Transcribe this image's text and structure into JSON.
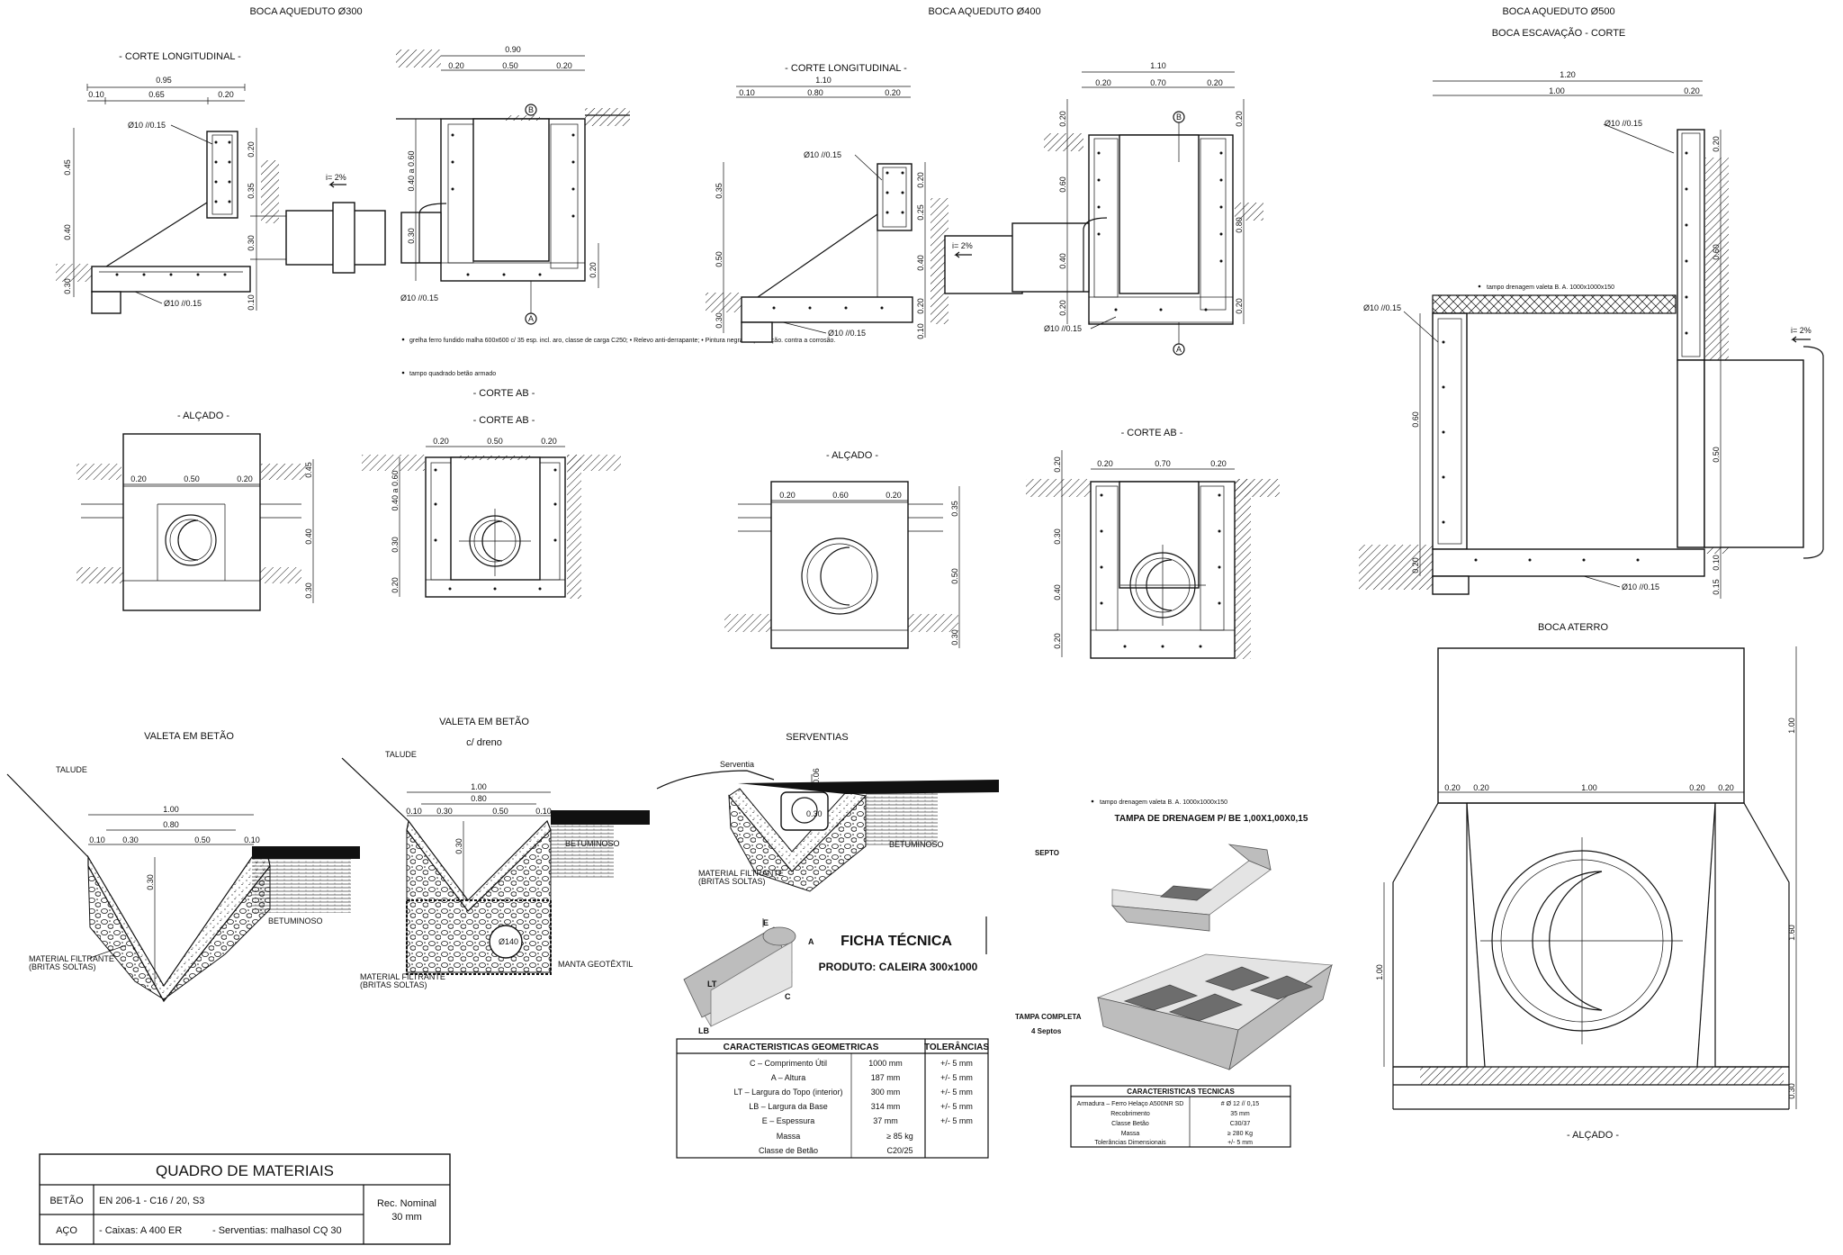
{
  "drawings": {
    "title_300": "BOCA AQUEDUTO Ø300",
    "title_400": "BOCA AQUEDUTO Ø400",
    "title_500": "BOCA AQUEDUTO Ø500",
    "subtitle_500": "BOCA ESCAVAÇÃO - CORTE",
    "corte_longitudinal": "- CORTE LONGITUDINAL -",
    "corte_ab": "- CORTE AB -",
    "alcado": "- ALÇADO -",
    "boca_aterro": "BOCA ATERRO",
    "slope": "i= 2%",
    "rebar": "Ø10 //0.15",
    "note_grelha": "grelha ferro fundido malha 600x600 c/ 35 esp. incl. aro, classe de carga C250; • Relevo anti-derrapante; • Pintura negra de protecção. contra a corrosão.",
    "note_tampo": "tampo quadrado betão armado",
    "note_drenagem": "tampo drenagem valeta B. A. 1000x1000x150"
  },
  "dims_300": {
    "corte_top": [
      "0.95",
      "0.10",
      "0.65",
      "0.20"
    ],
    "corte_v": [
      "0.45",
      "0.40",
      "0.30",
      "0.20",
      "0.35",
      "0.30",
      "0.10"
    ],
    "ab_top": [
      "0.90",
      "0.20",
      "0.50",
      "0.20"
    ],
    "ab_v": [
      "0.40 a 0.60",
      "0.30",
      "0.20"
    ],
    "alcado_top": [
      "0.20",
      "0.50",
      "0.20"
    ],
    "alcado_v": [
      "0.45",
      "0.40",
      "0.30"
    ],
    "corte_ab2_top": [
      "0.20",
      "0.50",
      "0.20"
    ],
    "corte_ab2_v": [
      "0.40 a 0.60",
      "0.30",
      "0.20"
    ]
  },
  "dims_400": {
    "corte_top": [
      "1.10",
      "0.10",
      "0.80",
      "0.20"
    ],
    "corte_v": [
      "0.35",
      "0.50",
      "0.30",
      "0.20",
      "0.25",
      "0.40",
      "0.20",
      "0.10"
    ],
    "ab_top": [
      "1.10",
      "0.20",
      "0.70",
      "0.20"
    ],
    "ab_v": [
      "0.20",
      "0.60",
      "0.40",
      "0.20",
      "0.80"
    ],
    "alcado_top": [
      "0.20",
      "0.60",
      "0.20"
    ],
    "alcado_v": [
      "0.35",
      "0.50",
      "0.30"
    ],
    "corte_ab2_top": [
      "0.20",
      "0.70",
      "0.20"
    ],
    "corte_ab2_v": [
      "0.20",
      "0.30",
      "0.40",
      "0.20"
    ]
  },
  "dims_500": {
    "top": [
      "1.20",
      "1.00",
      "0.20"
    ],
    "v": [
      "0.20",
      "0.60",
      "0.50",
      "0.10",
      "0.20",
      "0.60",
      "0.15"
    ],
    "aterro_top": [
      "0.20",
      "0.20",
      "1.00",
      "0.20",
      "0.20"
    ],
    "aterro_v": [
      "1.00",
      "1.60",
      "0.30",
      "1.00"
    ]
  },
  "valeta": {
    "title_1": "VALETA EM BETÃO",
    "title_2": "VALETA EM BETÃO",
    "subtitle_2": "c/ dreno",
    "talude": "TALUDE",
    "betuminoso": "BETUMINOSO",
    "material": "MATERIAL FILTRANTE",
    "material_2": "(BRITAS SOLTAS)",
    "manta": "MANTA GEOTÊXTIL",
    "dreno": "Ø140",
    "dims": [
      "1.00",
      "0.80",
      "0.10",
      "0.30",
      "0.50",
      "0.10",
      "0.30"
    ]
  },
  "serventias": {
    "title": "SERVENTIAS",
    "serventia": "Serventia",
    "dims": [
      "0.06",
      "0.30"
    ],
    "betuminoso": "BETUMINOSO",
    "material": "MATERIAL FILTRANTE",
    "material_2": "(BRITAS SOLTAS)"
  },
  "ficha": {
    "title": "FICHA TÉCNICA",
    "produto": "PRODUTO: CALEIRA 300x1000",
    "labels": [
      "E",
      "A",
      "LT",
      "C",
      "LB"
    ],
    "head_geo": "CARACTERISTICAS GEOMETRICAS",
    "head_tol": "TOLERÂNCIAS",
    "rows": [
      {
        "name": "C – Comprimento Útil",
        "value": "1000 mm",
        "tol": "+/- 5 mm"
      },
      {
        "name": "A – Altura",
        "value": "187 mm",
        "tol": "+/- 5 mm"
      },
      {
        "name": "LT – Largura do Topo (interior)",
        "value": "300 mm",
        "tol": "+/- 5 mm"
      },
      {
        "name": "LB – Largura da Base",
        "value": "314 mm",
        "tol": "+/- 5 mm"
      },
      {
        "name": "E – Espessura",
        "value": "37 mm",
        "tol": "+/- 5 mm"
      },
      {
        "name": "Massa",
        "value": "≥ 85 kg",
        "tol": ""
      },
      {
        "name": "Classe de Betão",
        "value": "C20/25",
        "tol": ""
      }
    ]
  },
  "tampa": {
    "note": "tampo drenagem valeta B. A. 1000x1000x150",
    "title": "TAMPA DE DRENAGEM P/ BE 1,00X1,00X0,15",
    "septo": "SEPTO",
    "completa": "TAMPA COMPLETA",
    "septos": "4 Septos",
    "head": "CARACTERISTICAS TECNICAS",
    "rows": [
      {
        "name": "Armadura – Ferro Helaço A500NR SD",
        "value": "# Ø 12 // 0,15"
      },
      {
        "name": "Recobrimento",
        "value": "35 mm"
      },
      {
        "name": "Classe Betão",
        "value": "C30/37"
      },
      {
        "name": "Massa",
        "value": "≥ 280 Kg"
      },
      {
        "name": "Tolerâncias Dimensionais",
        "value": "+/- 5 mm"
      }
    ]
  },
  "quadro": {
    "title": "QUADRO DE MATERIAIS",
    "betao_label": "BETÃO",
    "betao_value": "EN 206-1 -  C16 / 20, S3",
    "aco_label": "AÇO",
    "aco_value_1": "- Caixas: A 400 ER",
    "aco_value_2": "- Serventias: malhasol CQ 30",
    "rec_label": "Rec. Nominal",
    "rec_value": "30 mm"
  }
}
